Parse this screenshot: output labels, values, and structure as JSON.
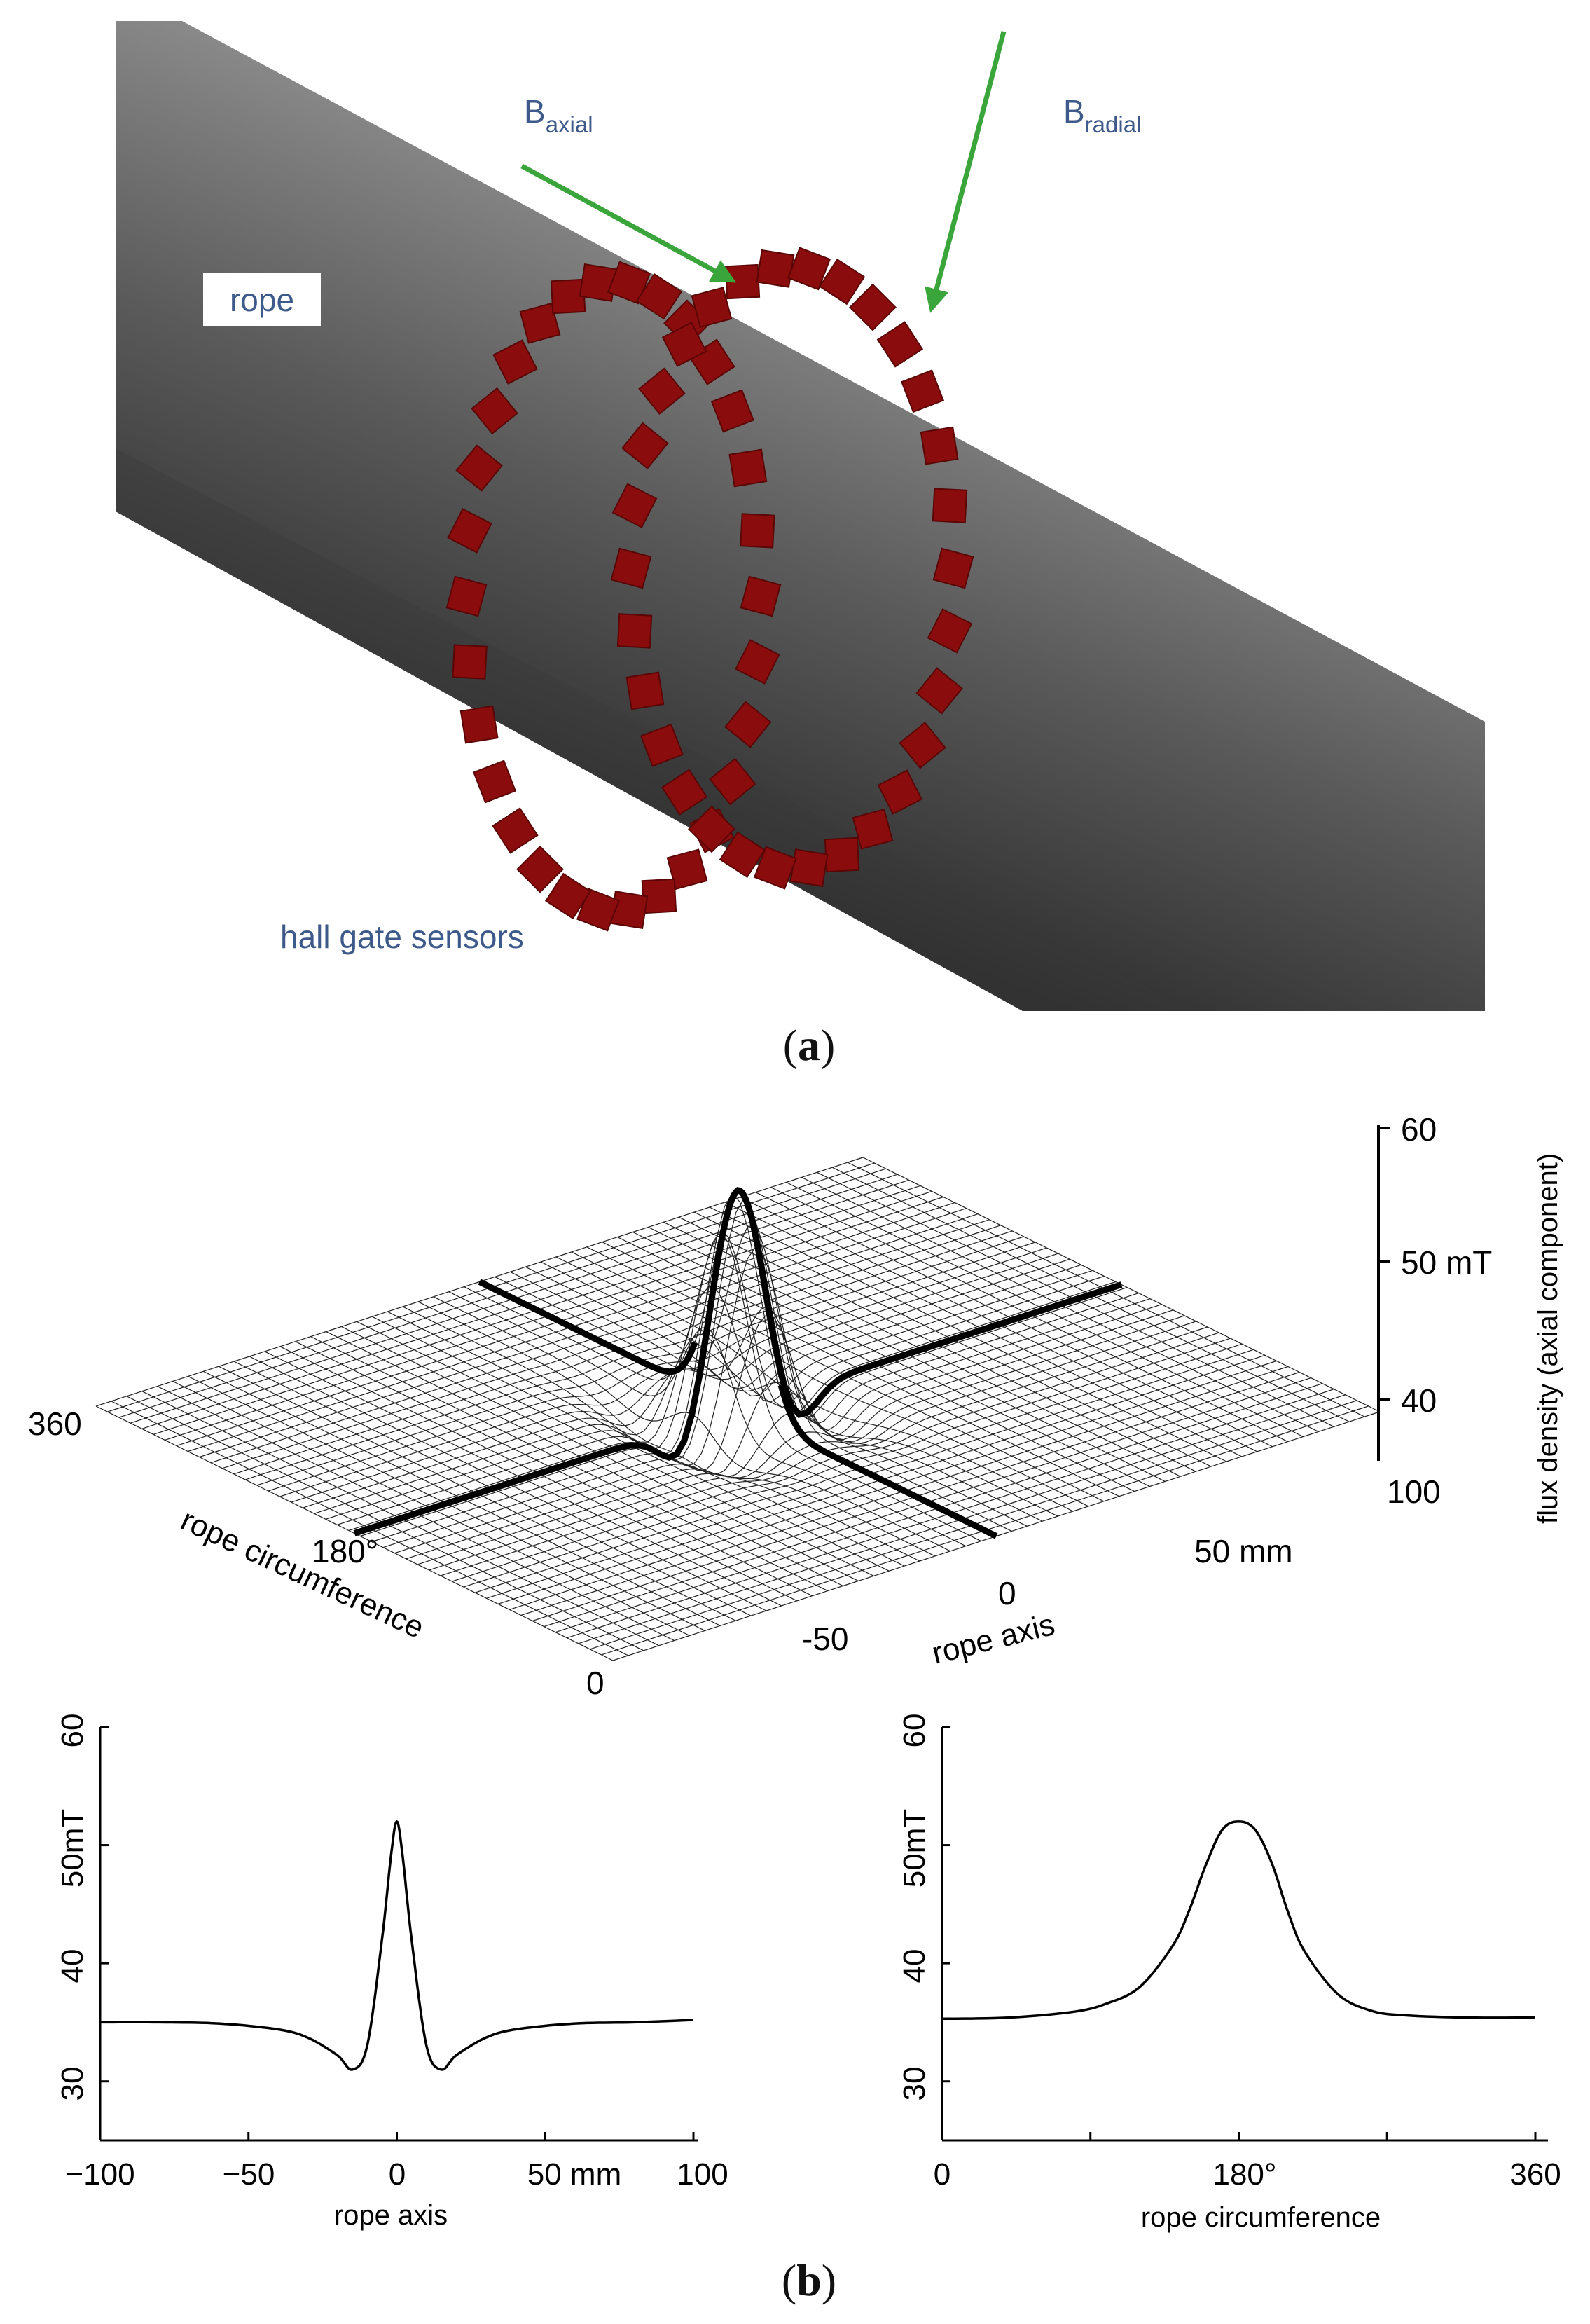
{
  "panel_a": {
    "label_paren_open": "(",
    "label_letter": "a",
    "label_paren_close": ")",
    "rope_label": "rope",
    "b_axial_main": "B",
    "b_axial_sub": "axial",
    "b_radial_main": "B",
    "b_radial_sub": "radial",
    "sensors_label": "hall gate sensors",
    "colors": {
      "rope_dark": "#2e2e2e",
      "rope_light": "#8c8c8c",
      "sensor": "#8b0c0c",
      "arrow": "#3aa53a",
      "label_text": "#3d5a8a"
    }
  },
  "panel_b": {
    "label_paren_open": "(",
    "label_letter": "b",
    "label_paren_close": ")",
    "surface": {
      "z_axis_label": "flux density (axial component)",
      "z_ticks": [
        "60",
        "50 mT",
        "40"
      ],
      "axis_corner_label": "100",
      "rope_axis_label": "rope axis",
      "rope_axis_ticks": [
        "-50",
        "0",
        "50 mm"
      ],
      "circ_label": "rope circumference",
      "circ_ticks": [
        "360",
        "180°",
        "0"
      ]
    },
    "axial_profile": {
      "xlabel": "rope axis",
      "x_ticks": [
        "−100",
        "−50",
        "0",
        "50 mm",
        "100"
      ],
      "y_ticks": [
        "30",
        "40",
        "50mT",
        "60"
      ]
    },
    "circ_profile": {
      "xlabel": "rope circumference",
      "x_ticks": [
        "0",
        "180°",
        "360"
      ],
      "y_ticks": [
        "30",
        "40",
        "50mT",
        "60"
      ]
    }
  },
  "chart_data": [
    {
      "type": "line",
      "xlabel": "rope axis",
      "ylabel": "",
      "xlim": [
        -100,
        100
      ],
      "ylim": [
        25,
        60
      ],
      "x": [
        -100,
        -80,
        -60,
        -40,
        -30,
        -20,
        -15,
        -10,
        -5,
        -2,
        0,
        2,
        5,
        10,
        15,
        20,
        30,
        40,
        60,
        80,
        100
      ],
      "values": [
        35,
        35,
        34.9,
        34.4,
        33.7,
        32.2,
        31,
        33,
        42,
        49,
        52,
        49,
        42,
        33,
        31,
        32.2,
        33.7,
        34.4,
        34.9,
        35,
        35.2
      ]
    },
    {
      "type": "line",
      "xlabel": "rope circumference",
      "ylabel": "",
      "xlim": [
        0,
        360
      ],
      "ylim": [
        25,
        60
      ],
      "x": [
        0,
        40,
        80,
        100,
        120,
        140,
        150,
        160,
        170,
        180,
        190,
        200,
        210,
        220,
        240,
        260,
        280,
        320,
        360
      ],
      "values": [
        35.3,
        35.4,
        35.9,
        36.6,
        38,
        41.5,
        44.5,
        48.3,
        51.3,
        52,
        51.3,
        48.5,
        44.3,
        41,
        37.4,
        36,
        35.6,
        35.4,
        35.4
      ]
    }
  ]
}
